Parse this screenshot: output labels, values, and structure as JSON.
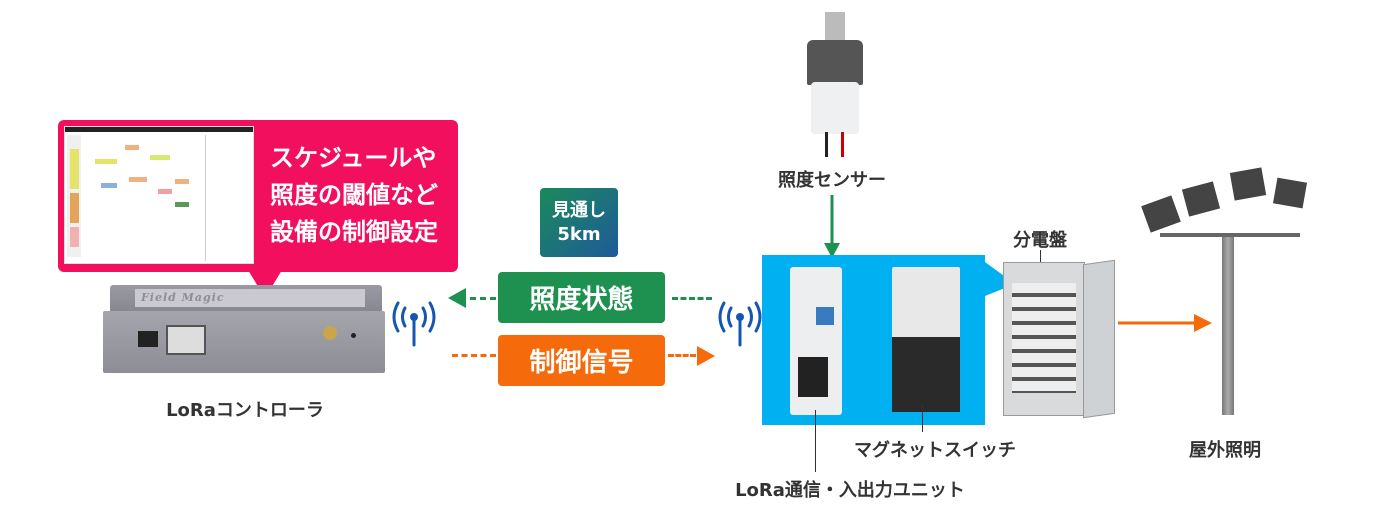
{
  "colors": {
    "callout": "#f2105e",
    "green": "#1e9150",
    "orange": "#f56a0a",
    "blue_panel": "#00b0f0",
    "antenna": "#1557b0",
    "range_grad_start": "#1a8a5a",
    "range_grad_end": "#1f5a9a"
  },
  "callout": {
    "lines": [
      "スケジュールや",
      "照度の閾値など",
      "設備の制御設定"
    ]
  },
  "controller": {
    "label": "LoRaコントローラ",
    "brand": "Field Magic"
  },
  "range": {
    "line1": "見通し",
    "line2": "5km"
  },
  "signals": {
    "status": "照度状態",
    "control": "制御信号"
  },
  "sensor": {
    "label": "照度センサー"
  },
  "panel": {
    "label": "分電盤"
  },
  "switch": {
    "label": "マグネットスイッチ"
  },
  "unit": {
    "label": "LoRa通信・入出力ユニット"
  },
  "lights": {
    "label": "屋外照明"
  },
  "icons": [
    "antenna-icon",
    "arrow-left-icon",
    "arrow-right-icon",
    "arrow-down-icon"
  ]
}
